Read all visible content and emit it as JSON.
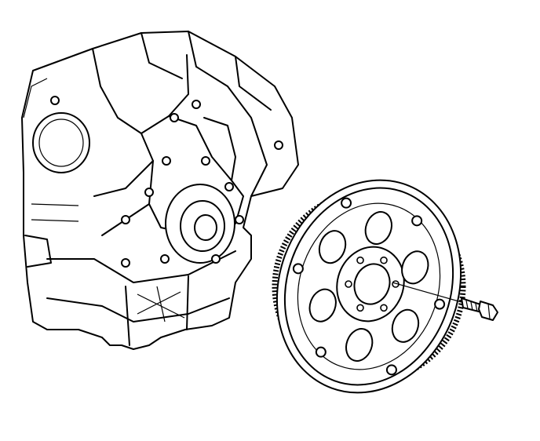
{
  "diagram": {
    "parts": [
      "engine-block",
      "flexplate",
      "flexplate-bolt"
    ],
    "colors": {
      "line": "#000000",
      "background": "#ffffff"
    },
    "flexplate": {
      "large_holes": 6,
      "small_holes": 6,
      "bolt_holes": 6
    }
  }
}
